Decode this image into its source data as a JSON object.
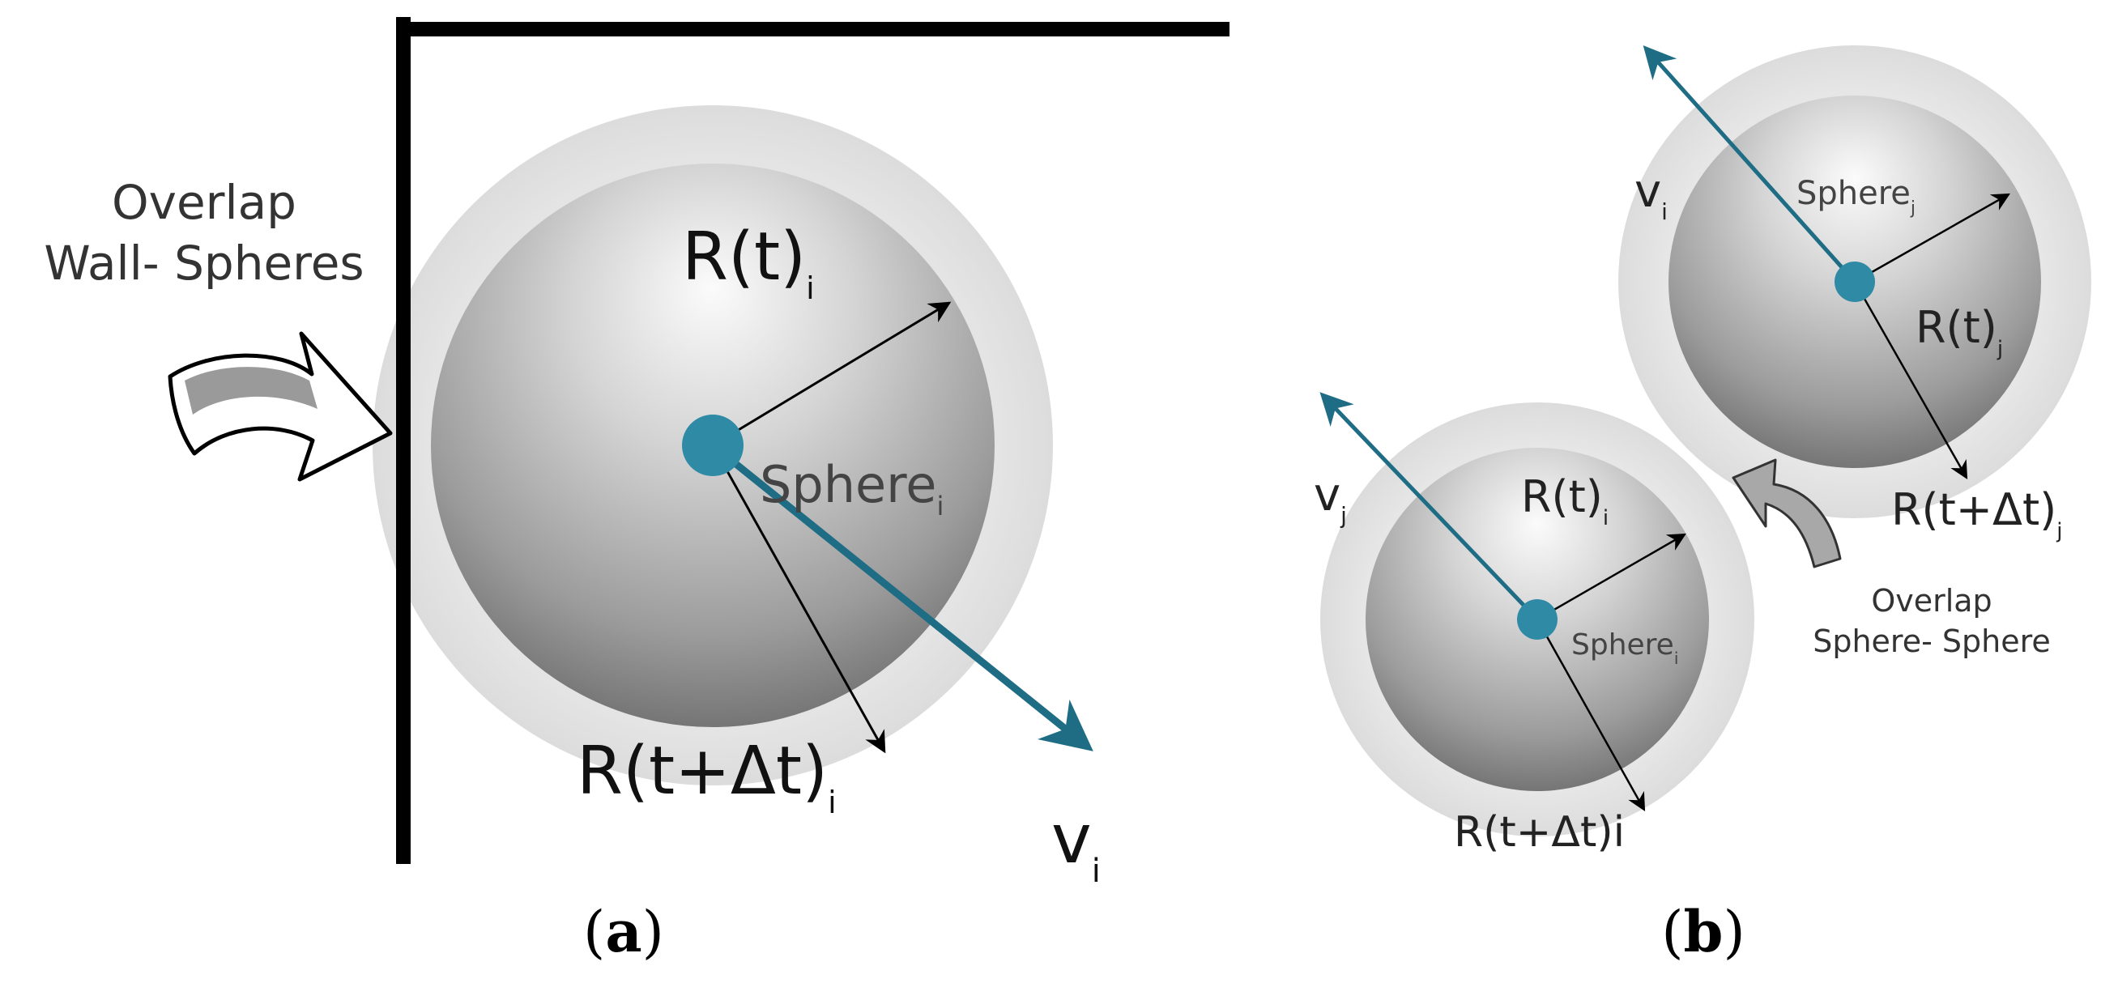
{
  "panel_a": {
    "label_open": "(",
    "label_letter": "a",
    "label_close": ")",
    "overlap_line1": "Overlap",
    "overlap_line2": "Wall- Spheres",
    "radius_t": "R(t)",
    "radius_t_sub": "i",
    "radius_tdt": "R(t+Δt)",
    "radius_tdt_sub": "i",
    "sphere": "Sphere",
    "sphere_sub": "i",
    "velocity": "v",
    "velocity_sub": "i"
  },
  "panel_b": {
    "label_open": "(",
    "label_letter": "b",
    "label_close": ")",
    "sphere_upper": {
      "velocity": "v",
      "velocity_sub": "i",
      "sphere": "Sphere",
      "sphere_sub": "j",
      "radius_t": "R(t)",
      "radius_t_sub": "j",
      "radius_tdt": "R(t+Δt)",
      "radius_tdt_sub": "j"
    },
    "sphere_lower": {
      "velocity": "v",
      "velocity_sub": "j",
      "radius_t": "R(t)",
      "radius_t_sub": "i",
      "sphere": "Sphere",
      "sphere_sub": "i",
      "radius_tdt": "R(t+Δt)i"
    },
    "overlap_line1": "Overlap",
    "overlap_line2": "Sphere- Sphere"
  },
  "colors": {
    "velocity": "#1f6d85",
    "center": "#2f8aa6",
    "outer_shell": "#e3e3e3",
    "wall": "#000000"
  }
}
